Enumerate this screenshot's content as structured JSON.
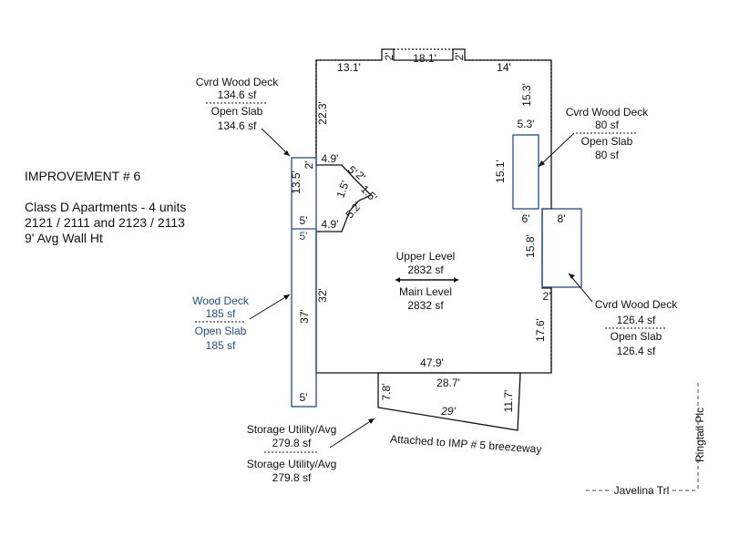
{
  "improvement": {
    "title": "IMPROVEMENT # 6",
    "class_line": "Class D Apartments - 4 units",
    "address_line": "2121 / 2111 and 2123 / 2113",
    "wall_height": "9' Avg Wall Ht"
  },
  "center_label": {
    "upper": "Upper Level",
    "upper_area": "2832 sf",
    "main": "Main Level",
    "main_area": "2832 sf"
  },
  "callouts": {
    "deck_top_left": {
      "title": "Cvrd Wood Deck",
      "area": "134.6 sf",
      "sub": "Open Slab",
      "sub_area": "134.6 sf"
    },
    "deck_right_upper": {
      "title": "Cvrd Wood Deck",
      "area": "80 sf",
      "sub": "Open Slab",
      "sub_area": "80 sf"
    },
    "deck_right_lower": {
      "title": "Cvrd Wood Deck",
      "area": "126.4 sf",
      "sub": "Open Slab",
      "sub_area": "126.4 sf"
    },
    "wood_deck_left": {
      "title": "Wood Deck",
      "area": "185 sf",
      "sub": "Open Slab",
      "sub_area": "185 sf"
    },
    "storage": {
      "title": "Storage Utility/Avg",
      "area": "279.8 sf",
      "sub": "Storage Utility/Avg",
      "sub_area": "279.8 sf"
    }
  },
  "attached_note": "Attached to IMP # 5 breezeway",
  "streets": {
    "ringtail": "Ringtail Plc",
    "javelina": "Javelina Trl"
  },
  "dimensions": {
    "top_left": "13.1'",
    "top_jog_left": "2'",
    "top_mid": "18.1'",
    "top_jog_right": "2'",
    "top_right": "14'",
    "right_upper": "15.3'",
    "deck_right_top": "5.3'",
    "deck_right_side": "15.1'",
    "notch_bottom": "6'",
    "deck_lower_top": "8'",
    "right_mid": "15.8'",
    "jog_right": "2'",
    "right_lower": "17.6'",
    "bottom": "47.9'",
    "left_upper": "22.3'",
    "left_mid": "32'",
    "cut_top": "4.9'",
    "cut_1": "5'",
    "cut_2": "2'",
    "cut_3": "1.5'",
    "cut_4": "1.5'",
    "cut_5": "5.2'",
    "cut_bottom": "4.9'",
    "small_2": "2'",
    "deck_left_side": "13.5'",
    "deck_left_5a": "5'",
    "deck_left_5b": "5'",
    "deck_left_37": "37'",
    "deck_left_5c": "5'",
    "storage_top": "28.7'",
    "storage_bottom": "29'",
    "storage_left": "7.8'",
    "storage_right": "11.7'"
  }
}
